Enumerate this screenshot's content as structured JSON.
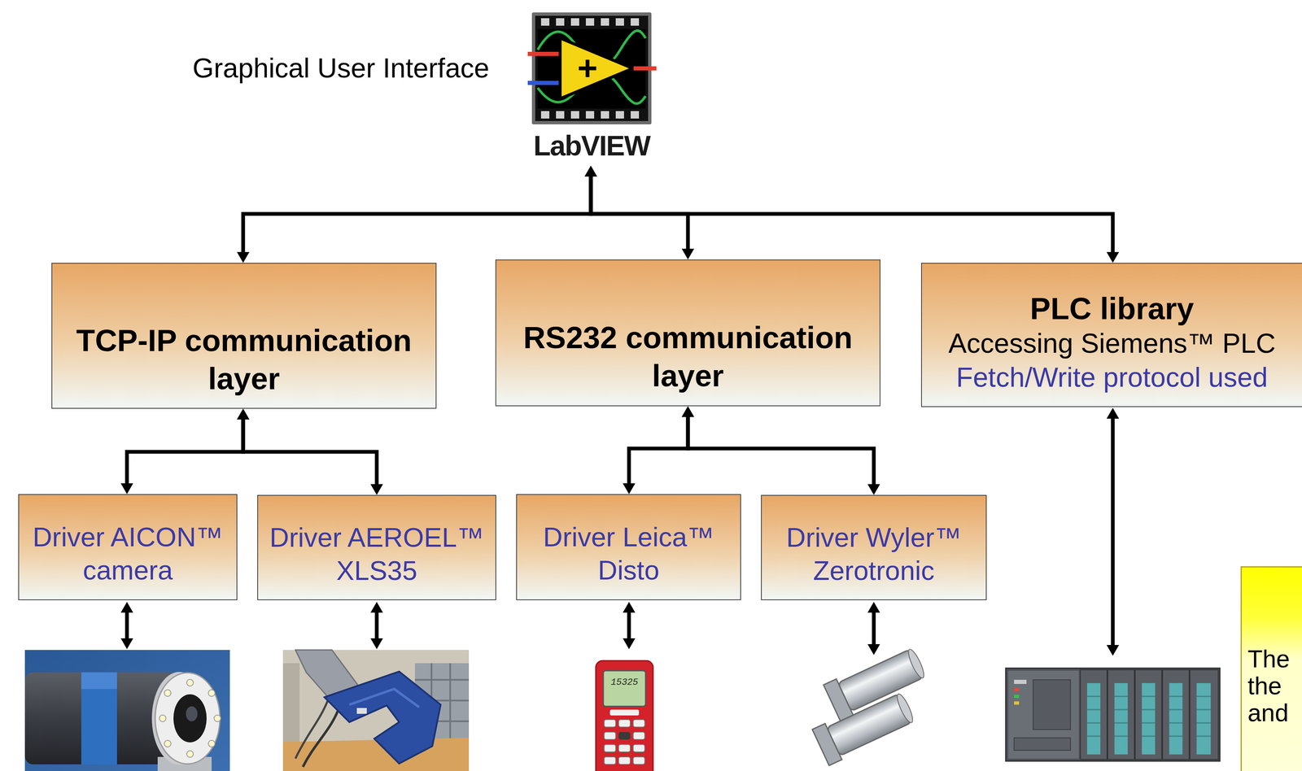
{
  "diagram": {
    "nodes": [
      {
        "text": [
          "Graphical User Interface",
          "LabVIEW"
        ]
      },
      {
        "text": [
          "TCP-IP communication layer"
        ]
      },
      {
        "text": [
          "RS232 communication layer"
        ]
      },
      {
        "text": [
          "PLC library",
          "Accessing Siemens™ PLC",
          "Fetch/Write protocol used"
        ]
      },
      {
        "text": [
          "Driver AICON™ camera"
        ]
      },
      {
        "text": [
          "Driver AEROEL™ XLS35"
        ]
      },
      {
        "text": [
          "Driver Leica™ Disto"
        ]
      },
      {
        "text": [
          "Driver Wyler™ Zerotronic"
        ]
      },
      {
        "text": [
          "The the and"
        ]
      }
    ],
    "edges": [
      {
        "from": 0,
        "to": 1,
        "arrow": "both"
      },
      {
        "from": 0,
        "to": 2,
        "arrow": "both"
      },
      {
        "from": 0,
        "to": 3,
        "arrow": "both"
      },
      {
        "from": 1,
        "to": 4,
        "arrow": "both"
      },
      {
        "from": 1,
        "to": 5,
        "arrow": "both"
      },
      {
        "from": 2,
        "to": 6,
        "arrow": "both"
      },
      {
        "from": 2,
        "to": 7,
        "arrow": "both"
      }
    ],
    "labels": [
      "15325"
    ]
  }
}
